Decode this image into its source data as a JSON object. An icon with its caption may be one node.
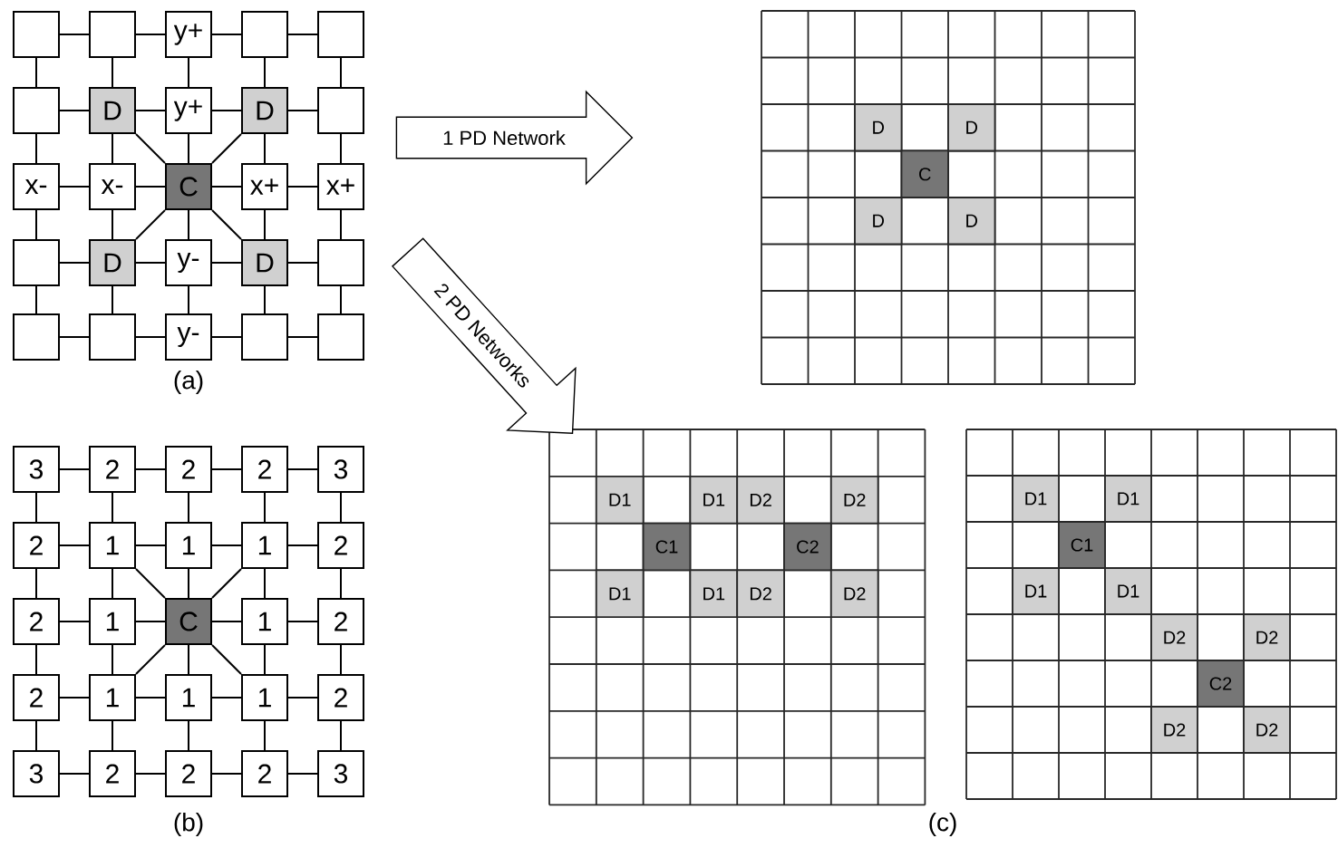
{
  "diagram": {
    "nodes": [
      {
        "text": [],
        "shape": "box"
      },
      {
        "text": [],
        "shape": "box"
      },
      {
        "text": [
          "y+"
        ]
      },
      {
        "text": [],
        "shape": "box"
      },
      {
        "text": [],
        "shape": "box"
      },
      {
        "text": [],
        "shape": "box"
      },
      {
        "text": [
          "D"
        ]
      },
      {
        "text": [
          "y+"
        ]
      },
      {
        "text": [
          "D"
        ]
      },
      {
        "text": [],
        "shape": "box"
      },
      {
        "text": [
          "x-"
        ]
      },
      {
        "text": [
          "x-"
        ]
      },
      {
        "text": [
          "C"
        ]
      },
      {
        "text": [
          "x+"
        ]
      },
      {
        "text": [
          "x+"
        ]
      },
      {
        "text": [],
        "shape": "box"
      },
      {
        "text": [
          "D"
        ]
      },
      {
        "text": [
          "y-"
        ]
      },
      {
        "text": [
          "D"
        ]
      },
      {
        "text": [],
        "shape": "box"
      },
      {
        "text": [],
        "shape": "box"
      },
      {
        "text": [],
        "shape": "box"
      },
      {
        "text": [
          "y-"
        ]
      },
      {
        "text": [],
        "shape": "box"
      },
      {
        "text": [],
        "shape": "box"
      },
      {
        "text": [
          "3"
        ]
      },
      {
        "text": [
          "2"
        ]
      },
      {
        "text": [
          "2"
        ]
      },
      {
        "text": [
          "2"
        ]
      },
      {
        "text": [
          "3"
        ]
      },
      {
        "text": [
          "2"
        ]
      },
      {
        "text": [
          "1"
        ]
      },
      {
        "text": [
          "1"
        ]
      },
      {
        "text": [
          "1"
        ]
      },
      {
        "text": [
          "2"
        ]
      },
      {
        "text": [
          "2"
        ]
      },
      {
        "text": [
          "1"
        ]
      },
      {
        "text": [
          "C"
        ]
      },
      {
        "text": [
          "1"
        ]
      },
      {
        "text": [
          "2"
        ]
      },
      {
        "text": [
          "2"
        ]
      },
      {
        "text": [
          "1"
        ]
      },
      {
        "text": [
          "1"
        ]
      },
      {
        "text": [
          "1"
        ]
      },
      {
        "text": [
          "2"
        ]
      },
      {
        "text": [
          "3"
        ]
      },
      {
        "text": [
          "2"
        ]
      },
      {
        "text": [
          "2"
        ]
      },
      {
        "text": [
          "2"
        ]
      },
      {
        "text": [
          "3"
        ]
      },
      {
        "text": [
          "1 PD Network"
        ]
      },
      {
        "text": [
          "2 PD Networks"
        ]
      }
    ],
    "edges": [
      {
        "from": 0,
        "to": 1,
        "arrow": "none"
      },
      {
        "from": 1,
        "to": 2,
        "arrow": "none"
      },
      {
        "from": 2,
        "to": 3,
        "arrow": "none"
      },
      {
        "from": 3,
        "to": 4,
        "arrow": "none"
      },
      {
        "from": 5,
        "to": 6,
        "arrow": "none"
      },
      {
        "from": 6,
        "to": 7,
        "arrow": "none"
      },
      {
        "from": 7,
        "to": 8,
        "arrow": "none"
      },
      {
        "from": 8,
        "to": 9,
        "arrow": "none"
      },
      {
        "from": 10,
        "to": 11,
        "arrow": "none"
      },
      {
        "from": 11,
        "to": 12,
        "arrow": "none"
      },
      {
        "from": 12,
        "to": 13,
        "arrow": "none"
      },
      {
        "from": 13,
        "to": 14,
        "arrow": "none"
      },
      {
        "from": 15,
        "to": 16,
        "arrow": "none"
      },
      {
        "from": 16,
        "to": 17,
        "arrow": "none"
      },
      {
        "from": 17,
        "to": 18,
        "arrow": "none"
      },
      {
        "from": 18,
        "to": 19,
        "arrow": "none"
      },
      {
        "from": 20,
        "to": 21,
        "arrow": "none"
      },
      {
        "from": 21,
        "to": 22,
        "arrow": "none"
      },
      {
        "from": 22,
        "to": 23,
        "arrow": "none"
      },
      {
        "from": 23,
        "to": 24,
        "arrow": "none"
      },
      {
        "from": 0,
        "to": 5,
        "arrow": "none"
      },
      {
        "from": 1,
        "to": 6,
        "arrow": "none"
      },
      {
        "from": 2,
        "to": 7,
        "arrow": "none"
      },
      {
        "from": 3,
        "to": 8,
        "arrow": "none"
      },
      {
        "from": 4,
        "to": 9,
        "arrow": "none"
      },
      {
        "from": 5,
        "to": 10,
        "arrow": "none"
      },
      {
        "from": 6,
        "to": 11,
        "arrow": "none"
      },
      {
        "from": 7,
        "to": 12,
        "arrow": "none"
      },
      {
        "from": 8,
        "to": 13,
        "arrow": "none"
      },
      {
        "from": 9,
        "to": 14,
        "arrow": "none"
      },
      {
        "from": 10,
        "to": 15,
        "arrow": "none"
      },
      {
        "from": 11,
        "to": 16,
        "arrow": "none"
      },
      {
        "from": 12,
        "to": 17,
        "arrow": "none"
      },
      {
        "from": 13,
        "to": 18,
        "arrow": "none"
      },
      {
        "from": 14,
        "to": 19,
        "arrow": "none"
      },
      {
        "from": 15,
        "to": 20,
        "arrow": "none"
      },
      {
        "from": 16,
        "to": 21,
        "arrow": "none"
      },
      {
        "from": 17,
        "to": 22,
        "arrow": "none"
      },
      {
        "from": 18,
        "to": 23,
        "arrow": "none"
      },
      {
        "from": 19,
        "to": 24,
        "arrow": "none"
      },
      {
        "from": 12,
        "to": 6,
        "arrow": "none"
      },
      {
        "from": 12,
        "to": 8,
        "arrow": "none"
      },
      {
        "from": 12,
        "to": 16,
        "arrow": "none"
      },
      {
        "from": 12,
        "to": 18,
        "arrow": "none"
      },
      {
        "from": 25,
        "to": 26,
        "arrow": "none"
      },
      {
        "from": 26,
        "to": 27,
        "arrow": "none"
      },
      {
        "from": 27,
        "to": 28,
        "arrow": "none"
      },
      {
        "from": 28,
        "to": 29,
        "arrow": "none"
      },
      {
        "from": 30,
        "to": 31,
        "arrow": "none"
      },
      {
        "from": 31,
        "to": 32,
        "arrow": "none"
      },
      {
        "from": 32,
        "to": 33,
        "arrow": "none"
      },
      {
        "from": 33,
        "to": 34,
        "arrow": "none"
      },
      {
        "from": 35,
        "to": 36,
        "arrow": "none"
      },
      {
        "from": 36,
        "to": 37,
        "arrow": "none"
      },
      {
        "from": 37,
        "to": 38,
        "arrow": "none"
      },
      {
        "from": 38,
        "to": 39,
        "arrow": "none"
      },
      {
        "from": 40,
        "to": 41,
        "arrow": "none"
      },
      {
        "from": 41,
        "to": 42,
        "arrow": "none"
      },
      {
        "from": 42,
        "to": 43,
        "arrow": "none"
      },
      {
        "from": 43,
        "to": 44,
        "arrow": "none"
      },
      {
        "from": 45,
        "to": 46,
        "arrow": "none"
      },
      {
        "from": 46,
        "to": 47,
        "arrow": "none"
      },
      {
        "from": 47,
        "to": 48,
        "arrow": "none"
      },
      {
        "from": 48,
        "to": 49,
        "arrow": "none"
      },
      {
        "from": 25,
        "to": 30,
        "arrow": "none"
      },
      {
        "from": 26,
        "to": 31,
        "arrow": "none"
      },
      {
        "from": 27,
        "to": 32,
        "arrow": "none"
      },
      {
        "from": 28,
        "to": 33,
        "arrow": "none"
      },
      {
        "from": 29,
        "to": 34,
        "arrow": "none"
      },
      {
        "from": 30,
        "to": 35,
        "arrow": "none"
      },
      {
        "from": 31,
        "to": 36,
        "arrow": "none"
      },
      {
        "from": 32,
        "to": 37,
        "arrow": "none"
      },
      {
        "from": 33,
        "to": 38,
        "arrow": "none"
      },
      {
        "from": 34,
        "to": 39,
        "arrow": "none"
      },
      {
        "from": 35,
        "to": 40,
        "arrow": "none"
      },
      {
        "from": 36,
        "to": 41,
        "arrow": "none"
      },
      {
        "from": 37,
        "to": 42,
        "arrow": "none"
      },
      {
        "from": 38,
        "to": 43,
        "arrow": "none"
      },
      {
        "from": 39,
        "to": 44,
        "arrow": "none"
      },
      {
        "from": 40,
        "to": 45,
        "arrow": "none"
      },
      {
        "from": 41,
        "to": 46,
        "arrow": "none"
      },
      {
        "from": 42,
        "to": 47,
        "arrow": "none"
      },
      {
        "from": 43,
        "to": 48,
        "arrow": "none"
      },
      {
        "from": 44,
        "to": 49,
        "arrow": "none"
      },
      {
        "from": 37,
        "to": 31,
        "arrow": "none"
      },
      {
        "from": 37,
        "to": 33,
        "arrow": "none"
      },
      {
        "from": 37,
        "to": 41,
        "arrow": "none"
      },
      {
        "from": 37,
        "to": 43,
        "arrow": "none"
      }
    ],
    "labels": [
      "(a)",
      "D",
      "D",
      "C",
      "D",
      "D",
      "(b)",
      "D1",
      "D1",
      "D2",
      "D2",
      "C1",
      "C2",
      "D1",
      "D1",
      "D2",
      "D2",
      "D1",
      "D1",
      "C1",
      "D1",
      "D1",
      "D2",
      "D2",
      "C2",
      "D2",
      "D2",
      "(c)"
    ]
  }
}
